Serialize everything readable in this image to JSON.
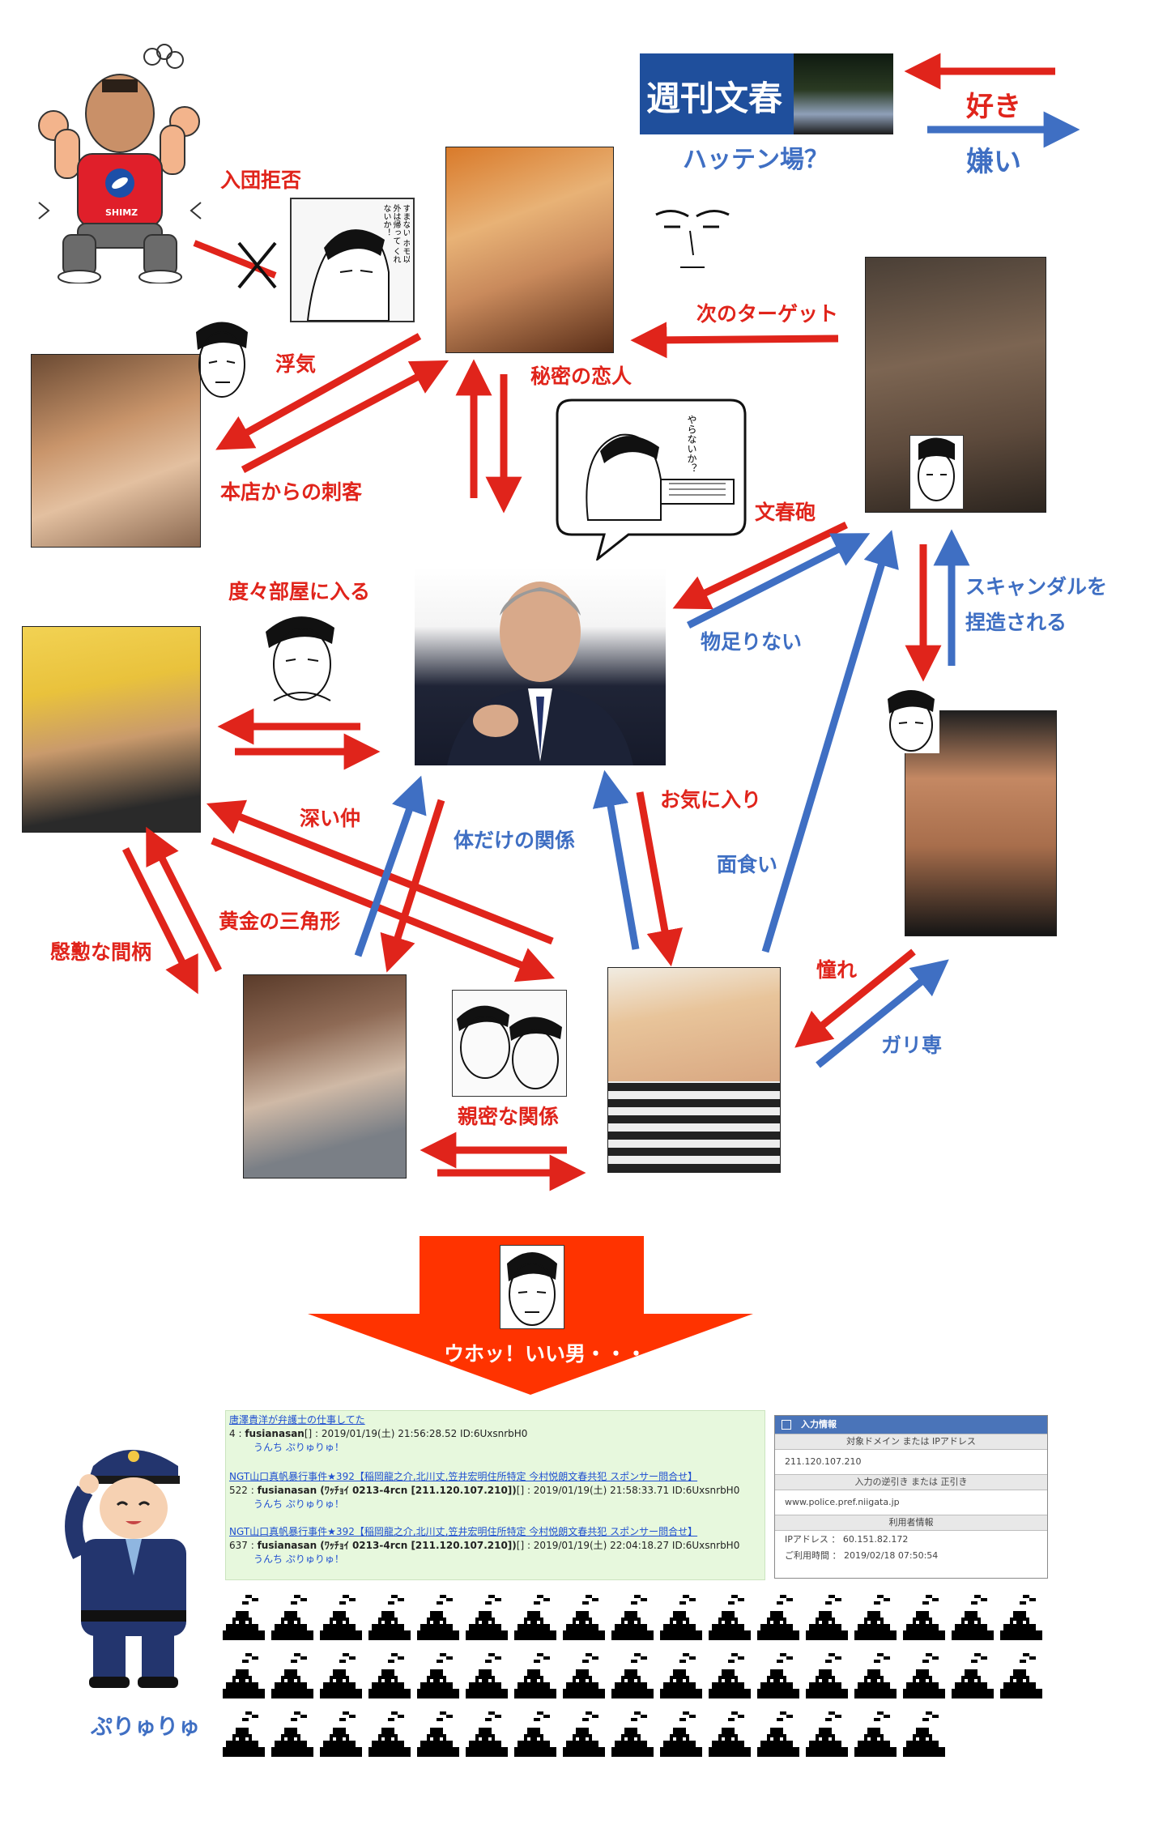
{
  "legend": {
    "magazine_title": "週刊文春",
    "magazine_caption": "ハッテン場？",
    "like": "好き",
    "dislike": "嫌い"
  },
  "relations": {
    "nyudan_kyohi": "入団拒否",
    "uwaki": "浮気",
    "honten_shikaku": "本店からの刺客",
    "himitsu_koibito": "秘密の恋人",
    "tsugi_target": "次のターゲット",
    "bunshun_hou": "文春砲",
    "monotarinai": "物足りない",
    "scandal_line1": "スキャンダルを",
    "scandal_line2": "捏造される",
    "dodo_heya": "度々部屋に入る",
    "fukai_naka": "深い仲",
    "karada_kankei": "体だけの関係",
    "okiniiri": "お気に入り",
    "menkui": "面食い",
    "ougon_sankaku": "黄金の三角形",
    "ingin_aida": "慇懃な間柄",
    "akogare": "憧れ",
    "garisen": "ガリ専",
    "shinmitsu": "親密な関係"
  },
  "speech_bubble": "やらないか？",
  "manga_caption": "すまない ホモ以外は帰って くれないか！",
  "big_arrow_text": "ウホッ！いい男・・・",
  "police_caption": "ぷりゅりゅ",
  "shirt_logo": "SHIMZ",
  "bbs": {
    "posts": [
      {
        "title": "唐澤貴洋が弁護士の仕事してた",
        "num": "4",
        "name": "fusianasan",
        "meta_rest": "[] : 2019/01/19(土) 21:56:28.52 ID:6UxsnrbH0",
        "body": "うんち ぷりゅりゅ！"
      },
      {
        "title": "NGT山口真帆暴行事件★392【稲岡龍之介,北川丈,笠井宏明住所特定 今村悦朗文春共犯 スポンサー問合せ】",
        "num": "522",
        "name": "fusianasan (ﾜｯﾁｮｲ 0213-4rcn [211.120.107.210])",
        "meta_rest": "[] : 2019/01/19(土) 21:58:33.71 ID:6UxsnrbH0",
        "body": "うんち ぷりゅりゅ！"
      },
      {
        "title": "NGT山口真帆暴行事件★392【稲岡龍之介,北川丈,笠井宏明住所特定 今村悦朗文春共犯 スポンサー問合せ】",
        "num": "637",
        "name": "fusianasan (ﾜｯﾁｮｲ 0213-4rcn [211.120.107.210])",
        "meta_rest": "[] : 2019/01/19(土) 22:04:18.27 ID:6UxsnrbH0",
        "body": "うんち ぷりゅりゅ！"
      }
    ]
  },
  "ipbox": {
    "header": "入力情報",
    "col1": "対象ドメイン または IPアドレス",
    "ip_value": "211.120.107.210",
    "col2": "入力の逆引き または 正引き",
    "reverse_value": "www.police.pref.niigata.jp",
    "col3": "利用者情報",
    "user_ip": "IPアドレス ： 60.151.82.172",
    "user_time": "ご利用時間 ： 2019/02/18 07:50:54"
  },
  "colors": {
    "like_red": "#e0241b",
    "dislike_blue": "#3f6fc3",
    "big_arrow": "#ff3300",
    "bbs_bg": "#e7f8dd"
  },
  "poop_rows": [
    17,
    17,
    15
  ]
}
